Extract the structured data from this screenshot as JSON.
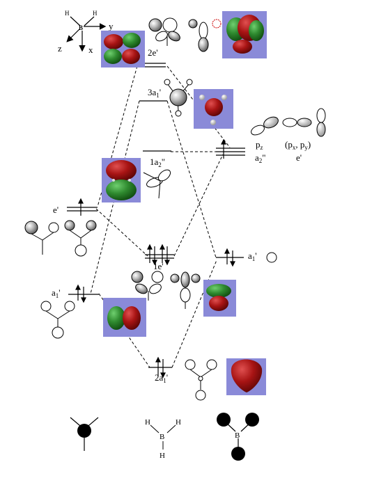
{
  "axes": {
    "h_left": "H",
    "h_right": "H",
    "b": "B",
    "y": "y",
    "z": "z",
    "x": "x"
  },
  "orbital_labels": {
    "e2_left": "2e'",
    "a1_3": "3a",
    "a1_3_sub": "1",
    "a1_3_sup": "'",
    "a2_1": "1a",
    "a2_1_sub": "2",
    "a2_1_sup": "\"",
    "e_left": "e'",
    "e1": "1e'",
    "a1_left": "a",
    "a1_left_sub": "1",
    "a1_left_sup": "'",
    "a1_right": "a",
    "a1_right_sub": "1",
    "a1_right_sup": "'",
    "a1_2": "2a",
    "a1_2_sub": "1",
    "a1_2_sup": "'"
  },
  "boron_p_labels": {
    "pz": "p",
    "pz_sub": "z",
    "a2": "a",
    "a2_sub": "2",
    "a2_sup": "\"",
    "pxpy": "(p",
    "pxpy_x": "x",
    "pxpy_mid": ", p",
    "pxpy_y": "y",
    "pxpy_close": ")",
    "e": "e'"
  },
  "bottom_bh3": {
    "h1": "H",
    "h2": "H",
    "b": "B",
    "h3": "H"
  },
  "bottom_b": "B",
  "colors": {
    "panel": "#8a8ad8",
    "lobe_red": "#9b0f0f",
    "lobe_green": "#2f8a2f",
    "line": "#000000"
  }
}
